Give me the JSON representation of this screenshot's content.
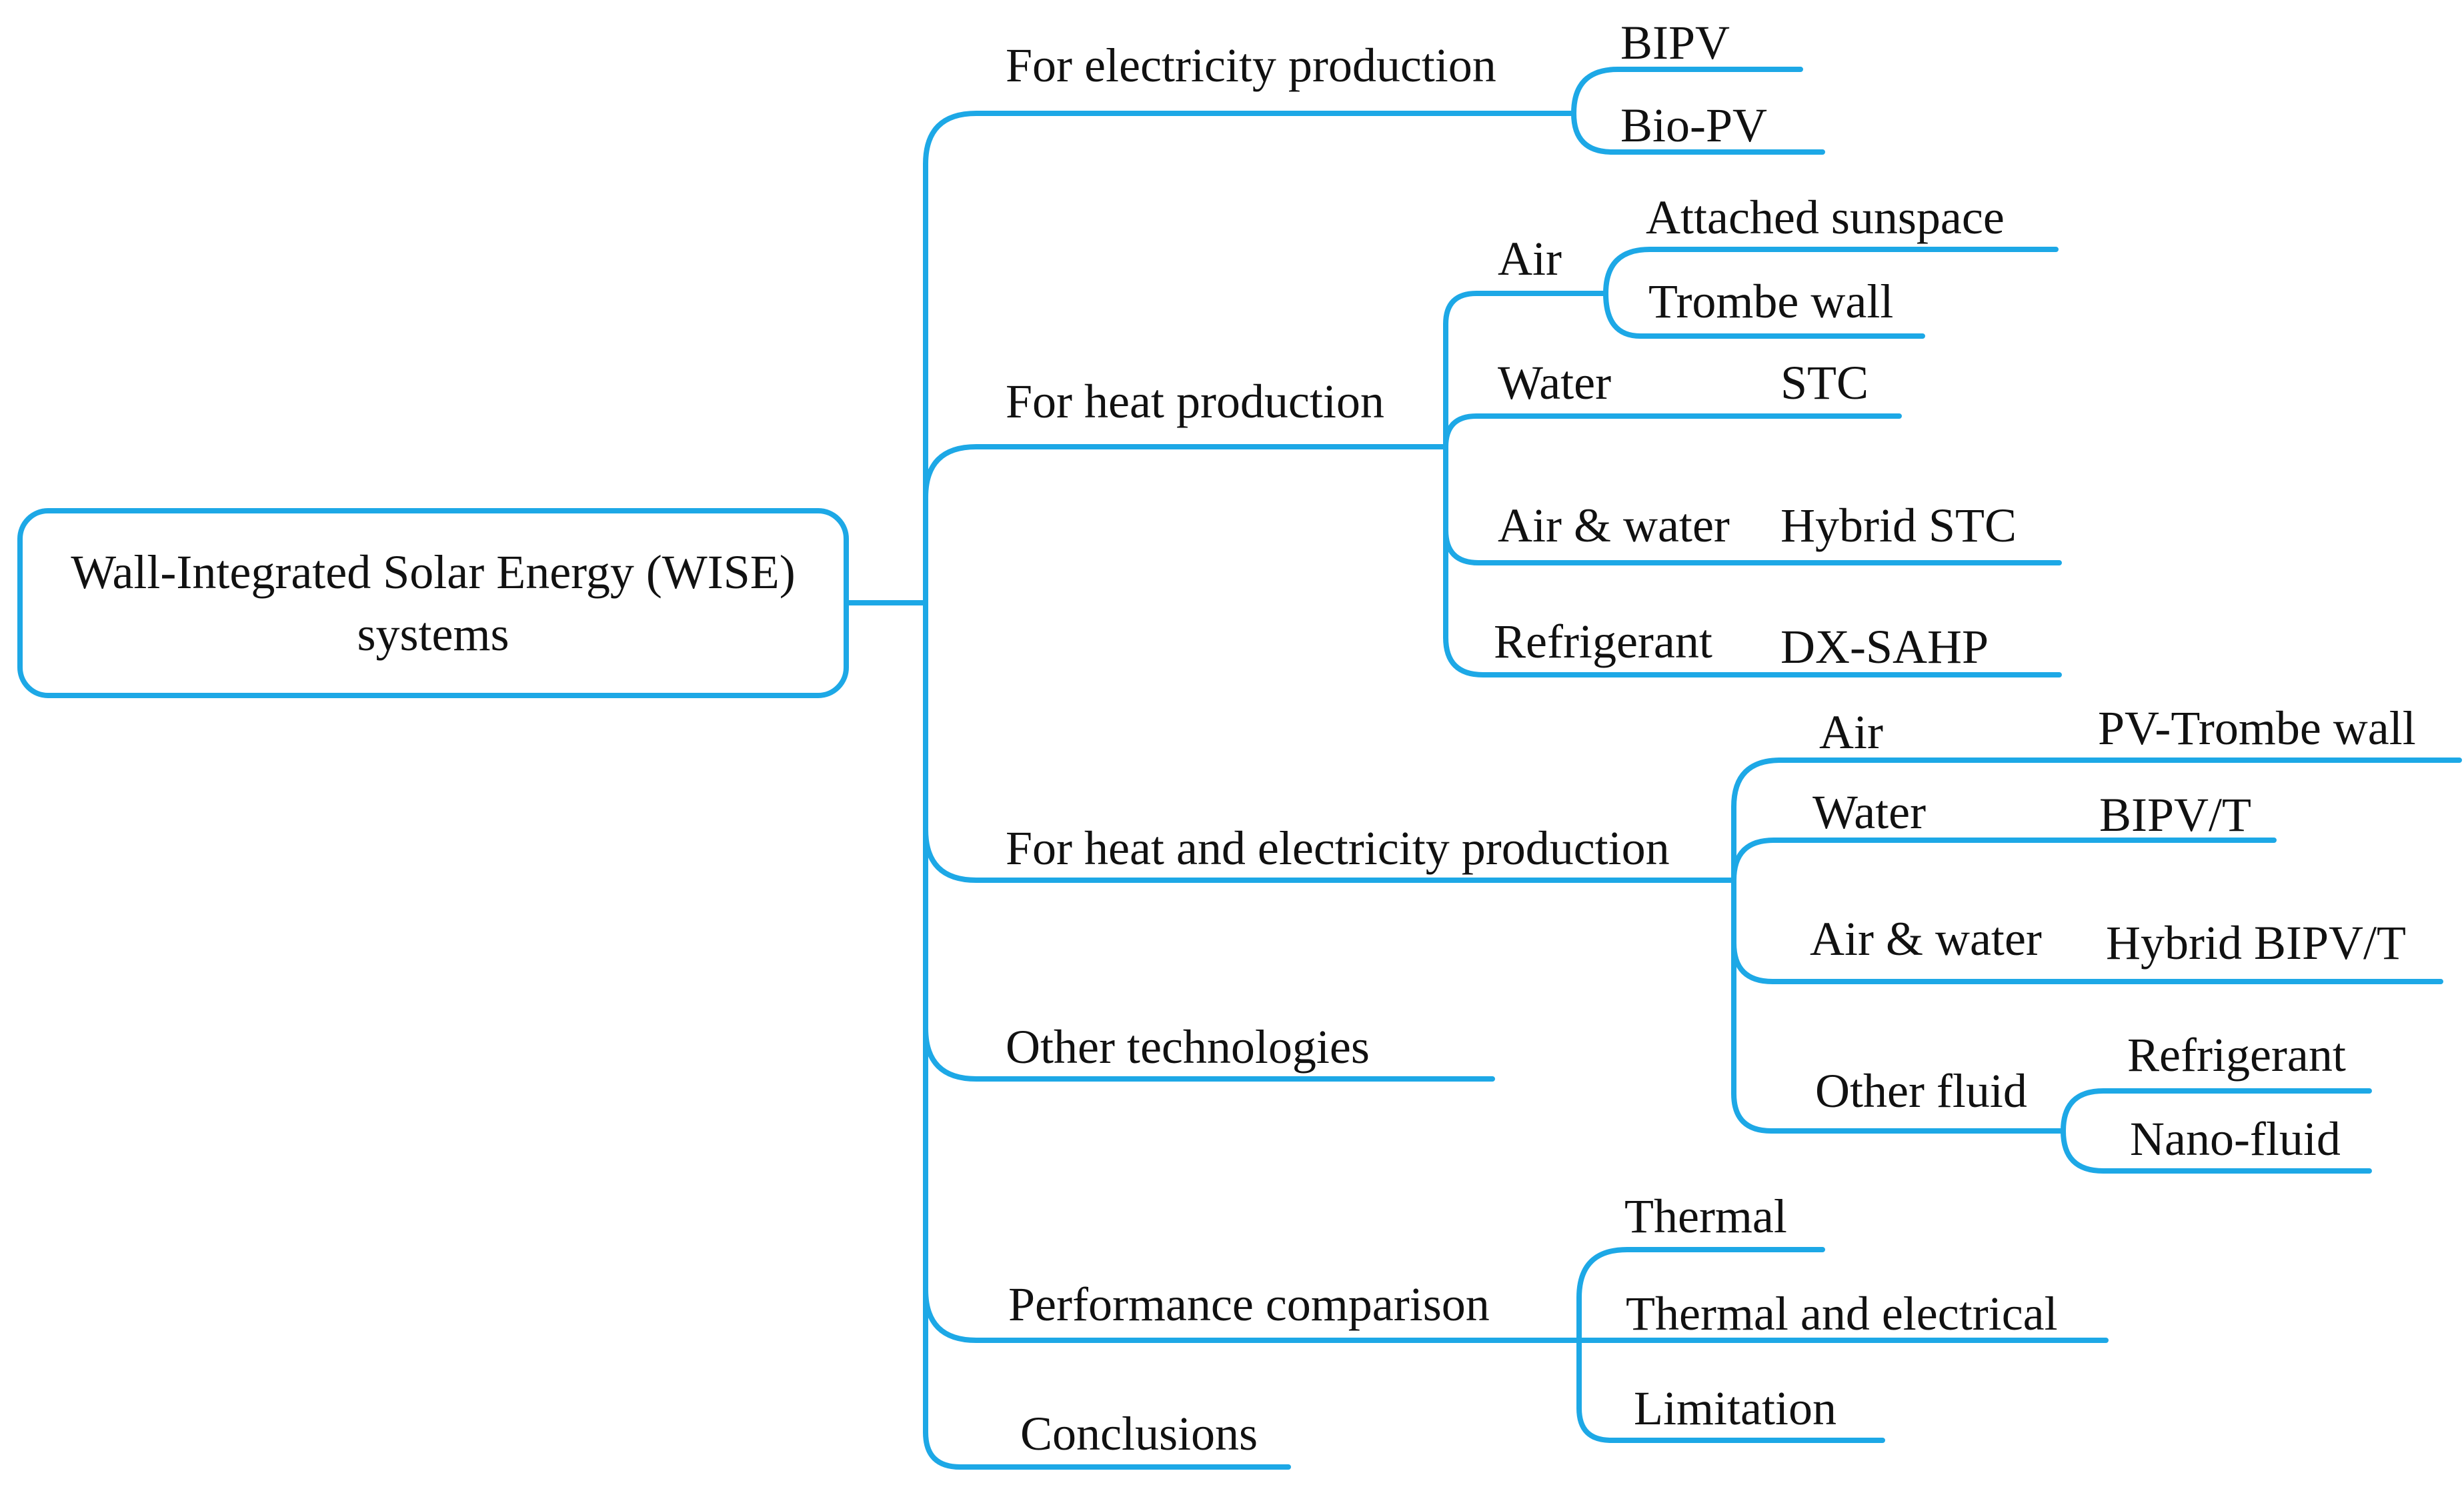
{
  "line_color": "#1da8e6",
  "text_color": "#111111",
  "root": {
    "line1": "Wall-Integrated Solar Energy (WISE)",
    "line2": "systems"
  },
  "branches": {
    "electricity": {
      "label": "For electricity production",
      "children": [
        "BIPV",
        "Bio-PV"
      ]
    },
    "heat": {
      "label": "For heat production",
      "children": {
        "air": {
          "label": "Air",
          "items": [
            "Attached sunspace",
            "Trombe  wall"
          ]
        },
        "water": {
          "label": "Water",
          "item": "STC"
        },
        "air_water": {
          "label": "Air & water",
          "item": "Hybrid STC"
        },
        "refrigerant": {
          "label": "Refrigerant",
          "item": "DX-SAHP"
        }
      }
    },
    "heat_electricity": {
      "label": "For heat and electricity production",
      "children": {
        "air": {
          "label": "Air",
          "item": "PV-Trombe  wall"
        },
        "water": {
          "label": "Water",
          "item": "BIPV/T"
        },
        "air_water": {
          "label": "Air & water",
          "item": "Hybrid BIPV/T"
        },
        "other_fluid": {
          "label": "Other fluid",
          "items": [
            "Refrigerant",
            "Nano-fluid"
          ]
        }
      }
    },
    "other": {
      "label": "Other technologies"
    },
    "performance": {
      "label": "Performance comparison",
      "children": [
        "Thermal",
        "Thermal and electrical",
        "Limitation"
      ]
    },
    "conclusions": {
      "label": "Conclusions"
    }
  }
}
